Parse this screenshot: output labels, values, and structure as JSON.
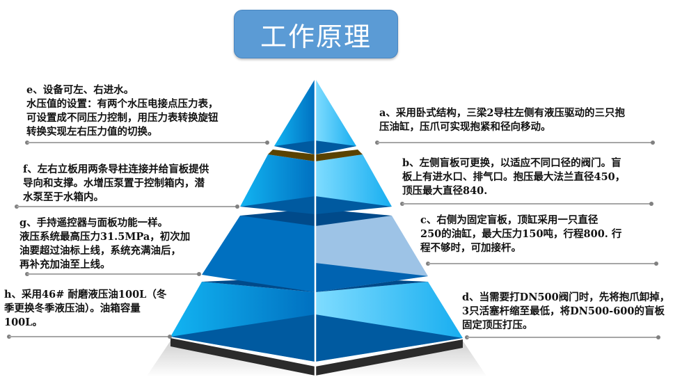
{
  "title": "工作原理",
  "colors": {
    "title_bg": "#5b9bd5",
    "pyramid_light": "#1cb0f0",
    "pyramid_dark": "#0063b1",
    "pyramid_pale": "#9dc3e6",
    "gap_brown": "#5a4200",
    "leader_line": "#a6a6a6"
  },
  "left_notes": [
    {
      "id": "e",
      "text": "e、设备可左、右进水。\n水压值的设置：有两个水压电接点压力表，\n可设置成不同压力控制，用压力表转换旋钮\n转换实现左右压力值的切换。"
    },
    {
      "id": "f",
      "text": "f、左右立板用两条导柱连接并给盲板提供\n导向和支撑。水增压泵置于控制箱内，潜\n水泵至于水箱内。"
    },
    {
      "id": "g",
      "text": " g、手持遥控器与面板功能一样。\n液压系统最高压力31.5MPa，初次加\n油要超过油标上线，系统充满油后，\n再补充加油至上线。"
    },
    {
      "id": "h",
      "text": "h、采用46# 耐磨液压油100L（冬\n季更换冬季液压油）。油箱容量\n100L。"
    }
  ],
  "right_notes": [
    {
      "id": "a",
      "text": "a、采用卧式结构，三梁2导柱左侧有液压驱动的三只抱\n压油缸，压爪可实现抱紧和径向移动。"
    },
    {
      "id": "b",
      "text": "b、左侧盲板可更换，以适应不同口径的阀门。盲\n板上有进水口、排气口。抱压最大法兰直径450，\n顶压最大直径840."
    },
    {
      "id": "c",
      "text": "c、右侧为固定盲板，顶缸采用一只直径\n250的油缸，最大压力150吨，行程800. 行\n程不够时，可加接杆。"
    },
    {
      "id": "d",
      "text": "d、当需要打DN500阀门时，先将抱爪卸掉，\n3只活塞杆缩至最低，将DN500-600的盲板\n固定顶压打压。"
    }
  ]
}
